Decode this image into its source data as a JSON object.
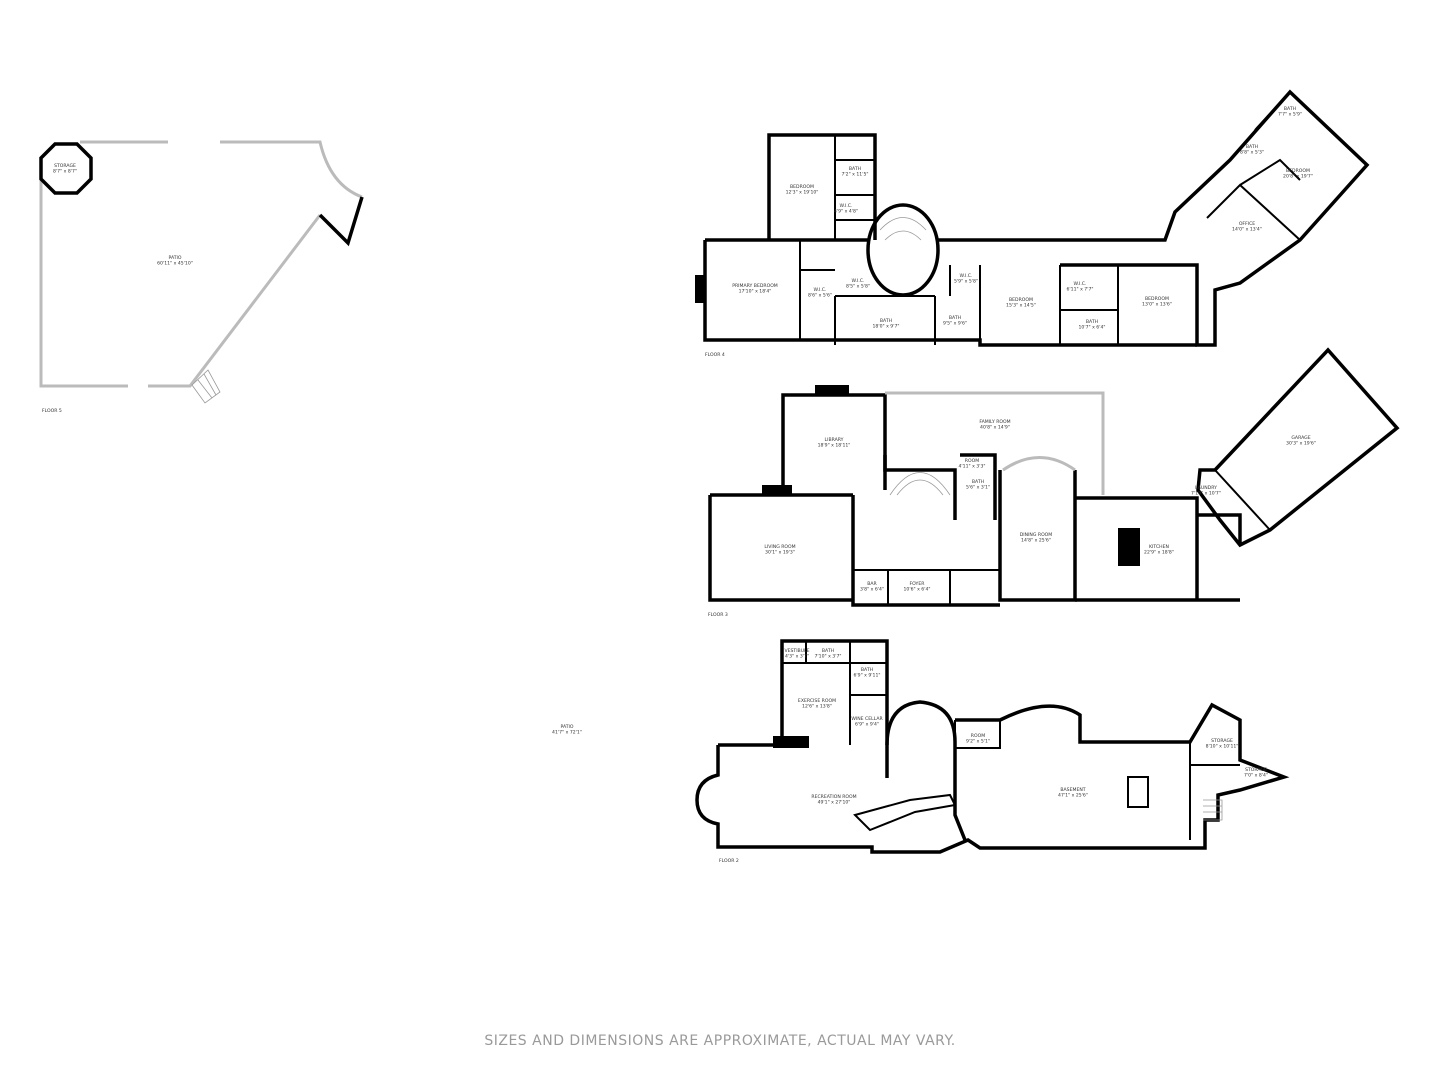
{
  "floors": [
    {
      "label": "FLOOR 5",
      "rooms": [
        {
          "name": "STORAGE",
          "dims": "8'7\" x 8'7\""
        },
        {
          "name": "PATIO",
          "dims": "60'11\" x 45'10\""
        }
      ]
    },
    {
      "label": "FLOOR 4",
      "rooms": [
        {
          "name": "BEDROOM",
          "dims": "12'3\" x 19'10\""
        },
        {
          "name": "BATH",
          "dims": "7'2\" x 11'5\""
        },
        {
          "name": "W.I.C.",
          "dims": "4'9\" x 4'8\""
        },
        {
          "name": "PRIMARY BEDROOM",
          "dims": "17'10\" x 18'4\""
        },
        {
          "name": "W.I.C.",
          "dims": "8'6\" x 5'6\""
        },
        {
          "name": "W.I.C.",
          "dims": "8'5\" x 5'8\""
        },
        {
          "name": "BATH",
          "dims": "18'0\" x 9'7\""
        },
        {
          "name": "BATH",
          "dims": "9'5\" x 9'6\""
        },
        {
          "name": "W.I.C.",
          "dims": "5'9\" x 5'8\""
        },
        {
          "name": "BEDROOM",
          "dims": "15'3\" x 14'5\""
        },
        {
          "name": "W.I.C.",
          "dims": "6'11\" x 7'7\""
        },
        {
          "name": "BATH",
          "dims": "10'7\" x 6'4\""
        },
        {
          "name": "BEDROOM",
          "dims": "13'0\" x 13'6\""
        },
        {
          "name": "BATH",
          "dims": "7'7\" x 5'9\""
        },
        {
          "name": "BATH",
          "dims": "8'8\" x 5'3\""
        },
        {
          "name": "BEDROOM",
          "dims": "20'8\" x 19'7\""
        },
        {
          "name": "OFFICE",
          "dims": "14'0\" x 13'4\""
        }
      ]
    },
    {
      "label": "FLOOR 3",
      "rooms": [
        {
          "name": "LIBRARY",
          "dims": "18'9\" x 18'11\""
        },
        {
          "name": "FAMILY ROOM",
          "dims": "40'8\" x 14'9\""
        },
        {
          "name": "ROOM",
          "dims": "4'11\" x 3'3\""
        },
        {
          "name": "BATH",
          "dims": "5'6\" x 3'1\""
        },
        {
          "name": "LIVING ROOM",
          "dims": "30'1\" x 19'3\""
        },
        {
          "name": "DINING ROOM",
          "dims": "14'8\" x 25'6\""
        },
        {
          "name": "BAR",
          "dims": "3'8\" x 6'4\""
        },
        {
          "name": "FOYER",
          "dims": "10'6\" x 6'4\""
        },
        {
          "name": "KITCHEN",
          "dims": "22'9\" x 18'8\""
        },
        {
          "name": "LAUNDRY",
          "dims": "7'10\" x 10'7\""
        },
        {
          "name": "GARAGE",
          "dims": "30'3\" x 19'6\""
        }
      ]
    },
    {
      "label": "FLOOR 2",
      "rooms": [
        {
          "name": "VESTIBULE",
          "dims": "4'3\" x 3'7\""
        },
        {
          "name": "BATH",
          "dims": "7'10\" x 3'7\""
        },
        {
          "name": "BATH",
          "dims": "6'9\" x 9'11\""
        },
        {
          "name": "EXERCISE ROOM",
          "dims": "12'6\" x 13'8\""
        },
        {
          "name": "WINE CELLAR",
          "dims": "6'9\" x 9'4\""
        },
        {
          "name": "ROOM",
          "dims": "9'2\" x 5'1\""
        },
        {
          "name": "RECREATION ROOM",
          "dims": "49'1\" x 27'10\""
        },
        {
          "name": "BASEMENT",
          "dims": "47'1\" x 25'6\""
        },
        {
          "name": "STORAGE",
          "dims": "8'10\" x 10'11\""
        },
        {
          "name": "STORAGE",
          "dims": "7'0\" x 8'4\""
        },
        {
          "name": "PATIO",
          "dims": "41'7\" x 72'1\""
        }
      ]
    }
  ],
  "disclaimer": "SIZES AND DIMENSIONS ARE APPROXIMATE, ACTUAL MAY VARY."
}
